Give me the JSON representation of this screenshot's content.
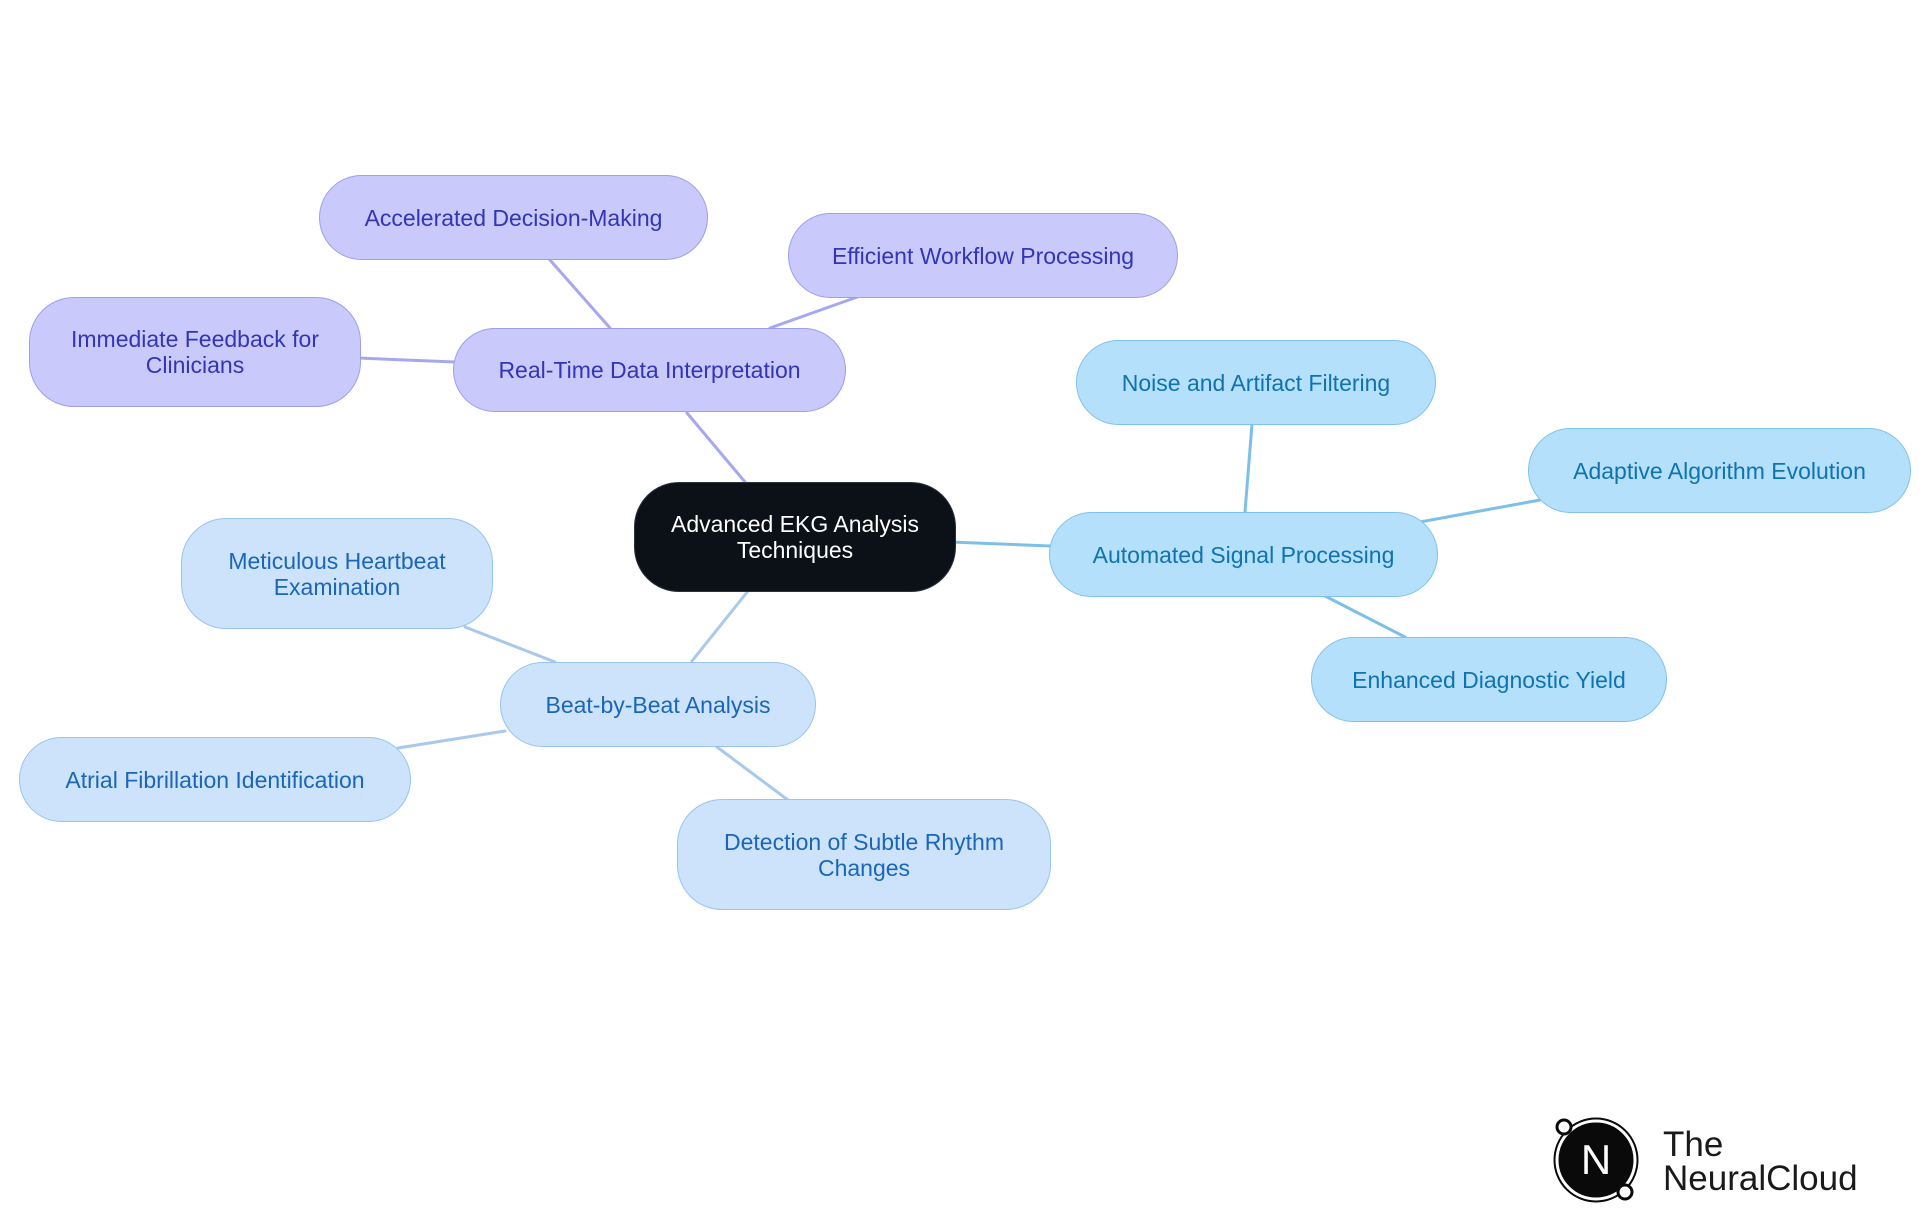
{
  "diagram": {
    "root": {
      "label": "Advanced EKG Analysis\nTechniques"
    },
    "branches": {
      "real_time": {
        "label": "Real-Time Data Interpretation",
        "children": [
          "Accelerated Decision-Making",
          "Efficient Workflow Processing",
          "Immediate Feedback for\nClinicians"
        ]
      },
      "automated": {
        "label": "Automated Signal Processing",
        "children": [
          "Noise and Artifact Filtering",
          "Adaptive Algorithm Evolution",
          "Enhanced Diagnostic Yield"
        ]
      },
      "beat": {
        "label": "Beat-by-Beat Analysis",
        "children": [
          "Meticulous Heartbeat\nExamination",
          "Atrial Fibrillation Identification",
          "Detection of Subtle Rhythm\nChanges"
        ]
      }
    }
  },
  "colors": {
    "root_fill": "#0c1118",
    "purple_fill": "#c9c9fb",
    "purple_text": "#3235b5",
    "sky_fill": "#b5e0fb",
    "sky_text": "#0f73b0",
    "light_fill": "#cde3fb",
    "light_text": "#1a66b8"
  },
  "logo": {
    "line1": "The",
    "line2": "NeuralCloud",
    "mark_letter": "N"
  }
}
